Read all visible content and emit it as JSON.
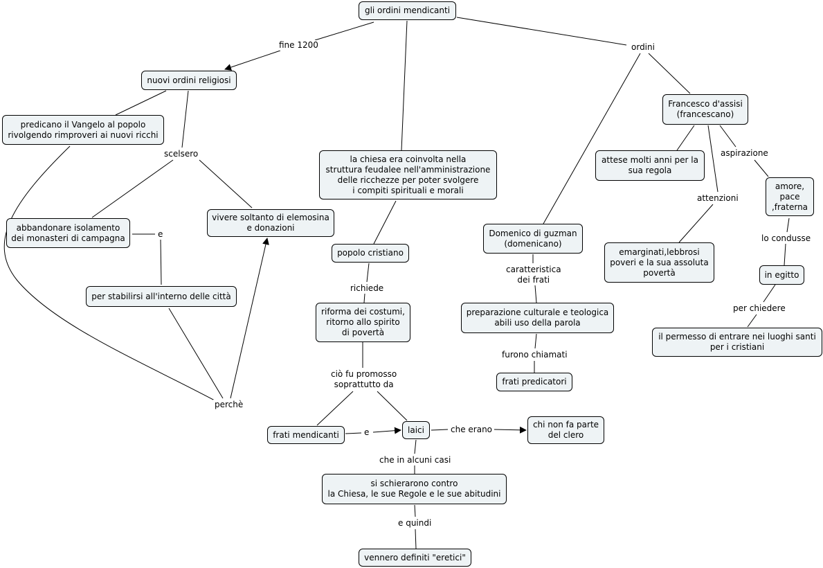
{
  "concepts": {
    "root": "gli ordini mendicanti",
    "nuovi_ordini": "nuovi ordini religiosi",
    "predicano": "predicano il Vangelo al popolo\nrivolgendo rimproveri ai nuovi ricchi",
    "chiesa": "la chiesa era coinvolta nella\nstruttura feudalee nell'amministrazione\ndelle ricchezze per poter svolgere\ni compiti spirituali e morali",
    "abbandonare": "abbandonare isolamento\ndei monasteri di campagna",
    "vivere": "vivere soltanto di elemosina\ne donazioni",
    "stabilirsi": "per stabilirsi all'interno delle città",
    "popolo": "popolo cristiano",
    "riforma": "riforma dei costumi,\nritorno allo spirito\ndi povertà",
    "frati_mendicanti": "frati mendicanti",
    "laici": "laici",
    "chi_non": "chi non fa parte\ndel clero",
    "schierarono": "si schierarono contro\nla Chiesa, le sue Regole e le sue abitudini",
    "eretici": "vennero definiti \"eretici\"",
    "domenico": "Domenico di guzman\n(domenicano)",
    "preparazione": "preparazione culturale e teologica\nabili uso della parola",
    "predicatori": "frati predicatori",
    "francesco": "Francesco d'assisi\n(francescano)",
    "attese": "attese molti anni per la\nsua regola",
    "amore": "amore,\npace\n,fraterna",
    "emarginati": "emarginati,lebbrosi\npoveri e la sua assoluta\npovertà",
    "egitto": "in egitto",
    "permesso": "il permesso di entrare nei luoghi santi\nper i cristiani"
  },
  "links": {
    "fine1200": "fine 1200",
    "ordini": "ordini",
    "scelsero": "scelsero",
    "e1": "e",
    "perche": "perchè",
    "richiede": "richiede",
    "promosso": "ciò fu promosso\nsoprattutto da",
    "e2": "e",
    "che_erano": "che erano",
    "alcuni_casi": "che in alcuni casi",
    "quindi": "e quindi",
    "caratteristica": "caratteristica\ndei frati",
    "furono": "furono chiamati",
    "aspirazione": "aspirazione",
    "attenzioni": "attenzioni",
    "condusse": "lo condusse",
    "chiedere": "per chiedere"
  }
}
